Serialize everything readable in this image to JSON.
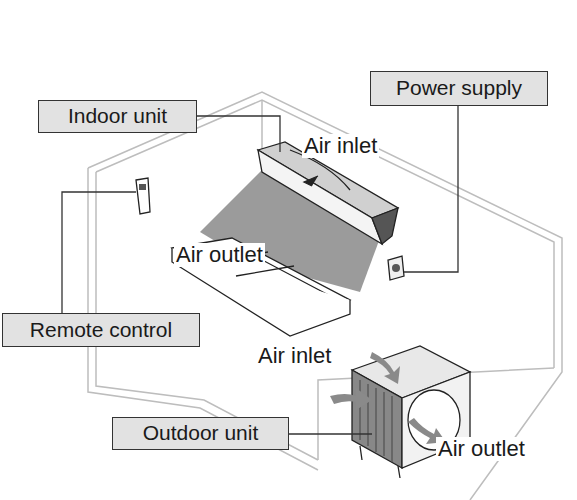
{
  "diagram": {
    "nodes": [
      {
        "text": [
          "Indoor unit"
        ]
      },
      {
        "text": [
          "Power supply"
        ]
      },
      {
        "text": [
          "Remote control"
        ]
      },
      {
        "text": [
          "Outdoor unit"
        ]
      }
    ],
    "edges": [],
    "labels": [
      "Air inlet",
      "Air outlet",
      "Air inlet",
      "Air outlet"
    ]
  }
}
